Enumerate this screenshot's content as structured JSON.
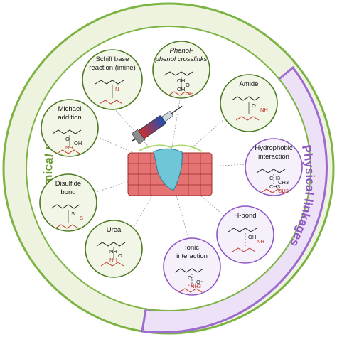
{
  "bands": {
    "chemical": {
      "label": "Chemical linkages",
      "color": "#7cb342",
      "fill": "#eef3df"
    },
    "physical": {
      "label": "Physical linkages",
      "color": "#9c6ad0",
      "fill": "#ece1f6"
    }
  },
  "linkages": [
    {
      "id": "schiff",
      "title": "Schiff base reaction (imine)",
      "lines": [
        "Schiff base",
        "reaction (imine)"
      ],
      "type": "chemical",
      "labels": [
        "N"
      ]
    },
    {
      "id": "phenol",
      "title": "Phenol-phenol crosslinks",
      "lines": [
        "Phenol-",
        "phenol crosslinks"
      ],
      "type": "chemical",
      "labels": [
        "OH",
        "O",
        "OH",
        "OH"
      ]
    },
    {
      "id": "amide",
      "title": "Amide",
      "lines": [
        "Amide"
      ],
      "type": "chemical",
      "labels": [
        "O",
        "NH"
      ]
    },
    {
      "id": "hydrophobic",
      "title": "Hydrophobic interaction",
      "lines": [
        "Hydrophobic",
        "interaction"
      ],
      "type": "physical",
      "labels": [
        "CH3",
        "CH3",
        "CH3",
        "CH3"
      ]
    },
    {
      "id": "hbond",
      "title": "H-bond",
      "lines": [
        "H-bond"
      ],
      "type": "physical",
      "labels": [
        "OH",
        "NH"
      ]
    },
    {
      "id": "ionic",
      "title": "Ionic interaction",
      "lines": [
        "Ionic",
        "interaction"
      ],
      "type": "physical",
      "labels": [
        "O",
        "O⁻",
        "⁺NH3"
      ]
    },
    {
      "id": "urea",
      "title": "Urea",
      "lines": [
        "Urea"
      ],
      "type": "chemical",
      "labels": [
        "NH",
        "O",
        "NH"
      ]
    },
    {
      "id": "disulfide",
      "title": "Disulfide bond",
      "lines": [
        "Disulfide",
        "bond"
      ],
      "type": "chemical",
      "labels": [
        "S",
        "S"
      ]
    },
    {
      "id": "michael",
      "title": "Michael addition",
      "lines": [
        "Michael",
        "addition"
      ],
      "type": "chemical",
      "labels": [
        "O",
        "OH",
        "NH"
      ]
    }
  ]
}
